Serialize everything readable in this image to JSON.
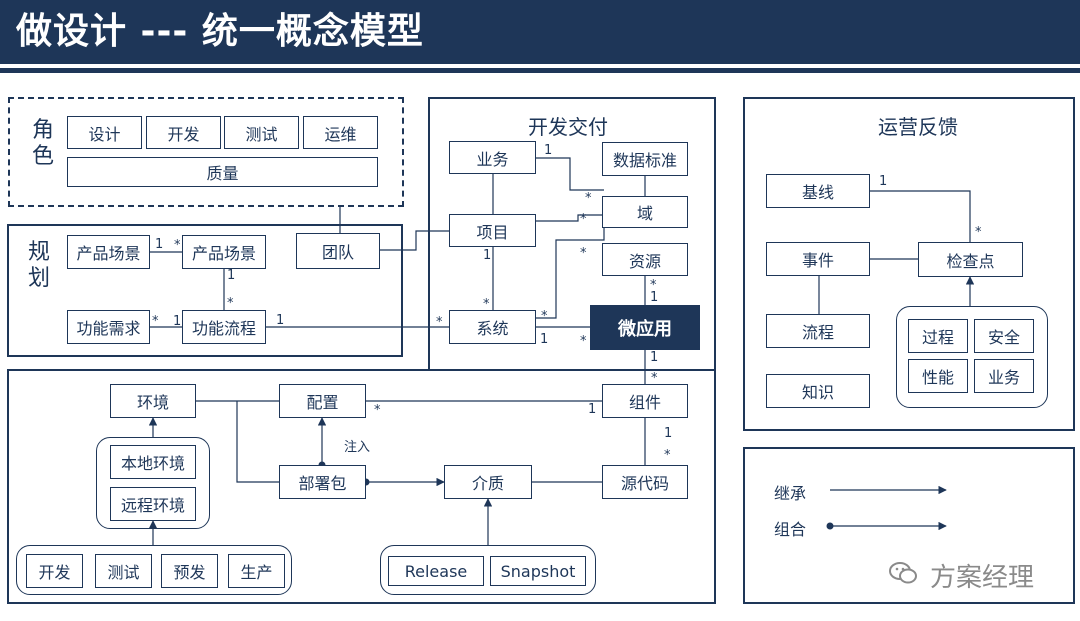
{
  "title": "做设计 --- 统一概念模型",
  "roles": {
    "label": "角色",
    "items": [
      "设计",
      "开发",
      "测试",
      "运维"
    ],
    "quality": "质量"
  },
  "planning": {
    "label": "规划",
    "scene1": "产品场景",
    "scene2": "产品场景",
    "team": "团队",
    "requirement": "功能需求",
    "flow": "功能流程"
  },
  "delivery": {
    "title": "开发交付",
    "business": "业务",
    "data_standard": "数据标准",
    "domain": "域",
    "project": "项目",
    "resource": "资源",
    "system": "系统",
    "microapp": "微应用"
  },
  "bottom": {
    "environment": "环境",
    "config": "配置",
    "component": "组件",
    "local_env": "本地环境",
    "remote_env": "远程环境",
    "deploy_package": "部署包",
    "medium": "介质",
    "source_code": "源代码",
    "inject": "注入",
    "stages": [
      "开发",
      "测试",
      "预发",
      "生产"
    ],
    "artifact_types": [
      "Release",
      "Snapshot"
    ]
  },
  "operations": {
    "title": "运营反馈",
    "baseline": "基线",
    "event": "事件",
    "checkpoint": "检查点",
    "process": "流程",
    "knowledge": "知识",
    "check_items": [
      "过程",
      "安全",
      "性能",
      "业务"
    ]
  },
  "legend": {
    "inheritance": "继承",
    "composition": "组合"
  },
  "multiplicity": {
    "one": "1",
    "many": "*"
  },
  "watermark": "方案经理",
  "colors": {
    "primary": "#1e3658",
    "background": "#ffffff",
    "watermark": "#8a8a8a"
  }
}
